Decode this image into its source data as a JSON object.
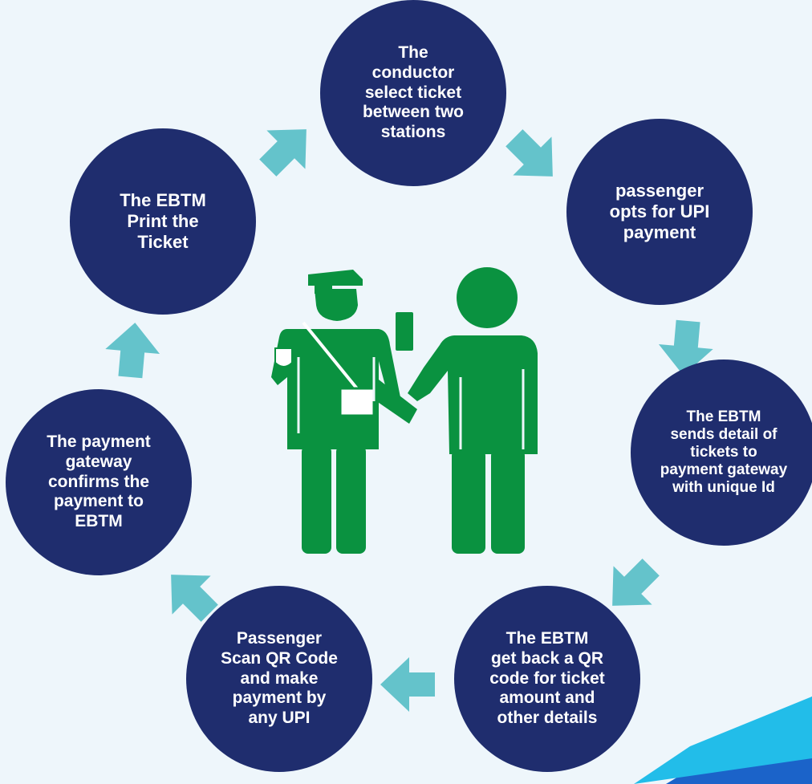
{
  "diagram": {
    "steps": [
      {
        "id": "n1",
        "label": "The\nconductor\nselect ticket\nbetween  two\nstations"
      },
      {
        "id": "n2",
        "label": "passenger\nopts for UPI\npayment"
      },
      {
        "id": "n3",
        "label": "The EBTM\nsends detail  of\ntickets to\npayment  gateway\nwith unique  Id"
      },
      {
        "id": "n4",
        "label": "The EBTM\nget back a  QR\ncode for  ticket\namount and\nother details"
      },
      {
        "id": "n5",
        "label": "Passenger\nScan QR  Code\nand  make\npayment by\nany UPI"
      },
      {
        "id": "n6",
        "label": "The payment\ngateway\nconfirms the\npayment to\nEBTM"
      },
      {
        "id": "n7",
        "label": "The EBTM\nPrint the\nTicket"
      }
    ],
    "colors": {
      "node": "#1f2d6e",
      "arrow": "#64c3cb",
      "figure": "#0a9240",
      "background": "#eef6fb",
      "corner_accent": "#22bde9"
    },
    "center_icon": "conductor-and-passenger-icon"
  }
}
